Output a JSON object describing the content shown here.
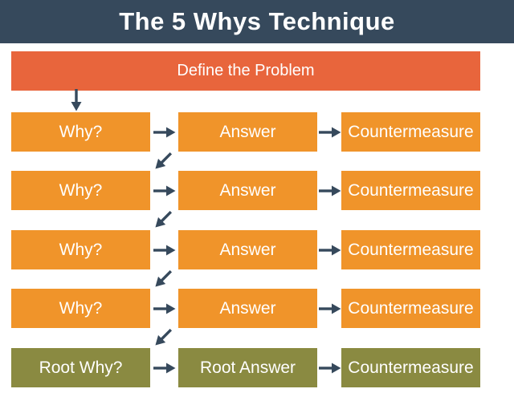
{
  "title": "The 5 Whys Technique",
  "define_label": "Define the Problem",
  "rows": [
    {
      "why": "Why?",
      "answer": "Answer",
      "countermeasure": "Countermeasure"
    },
    {
      "why": "Why?",
      "answer": "Answer",
      "countermeasure": "Countermeasure"
    },
    {
      "why": "Why?",
      "answer": "Answer",
      "countermeasure": "Countermeasure"
    },
    {
      "why": "Why?",
      "answer": "Answer",
      "countermeasure": "Countermeasure"
    },
    {
      "why": "Root Why?",
      "answer": "Root Answer",
      "countermeasure": "Countermeasure"
    }
  ],
  "icons": {
    "down_arrow": "arrow-down-icon",
    "right_arrow": "arrow-right-icon",
    "diagonal_arrow": "arrow-down-left-icon"
  },
  "colors": {
    "header_bg": "#36495C",
    "define_bg": "#E8653C",
    "step_bg": "#F0942A",
    "root_bg": "#8A8A41",
    "arrow": "#36495C",
    "text": "#FFFFFF",
    "background": "#FFFFFF"
  }
}
